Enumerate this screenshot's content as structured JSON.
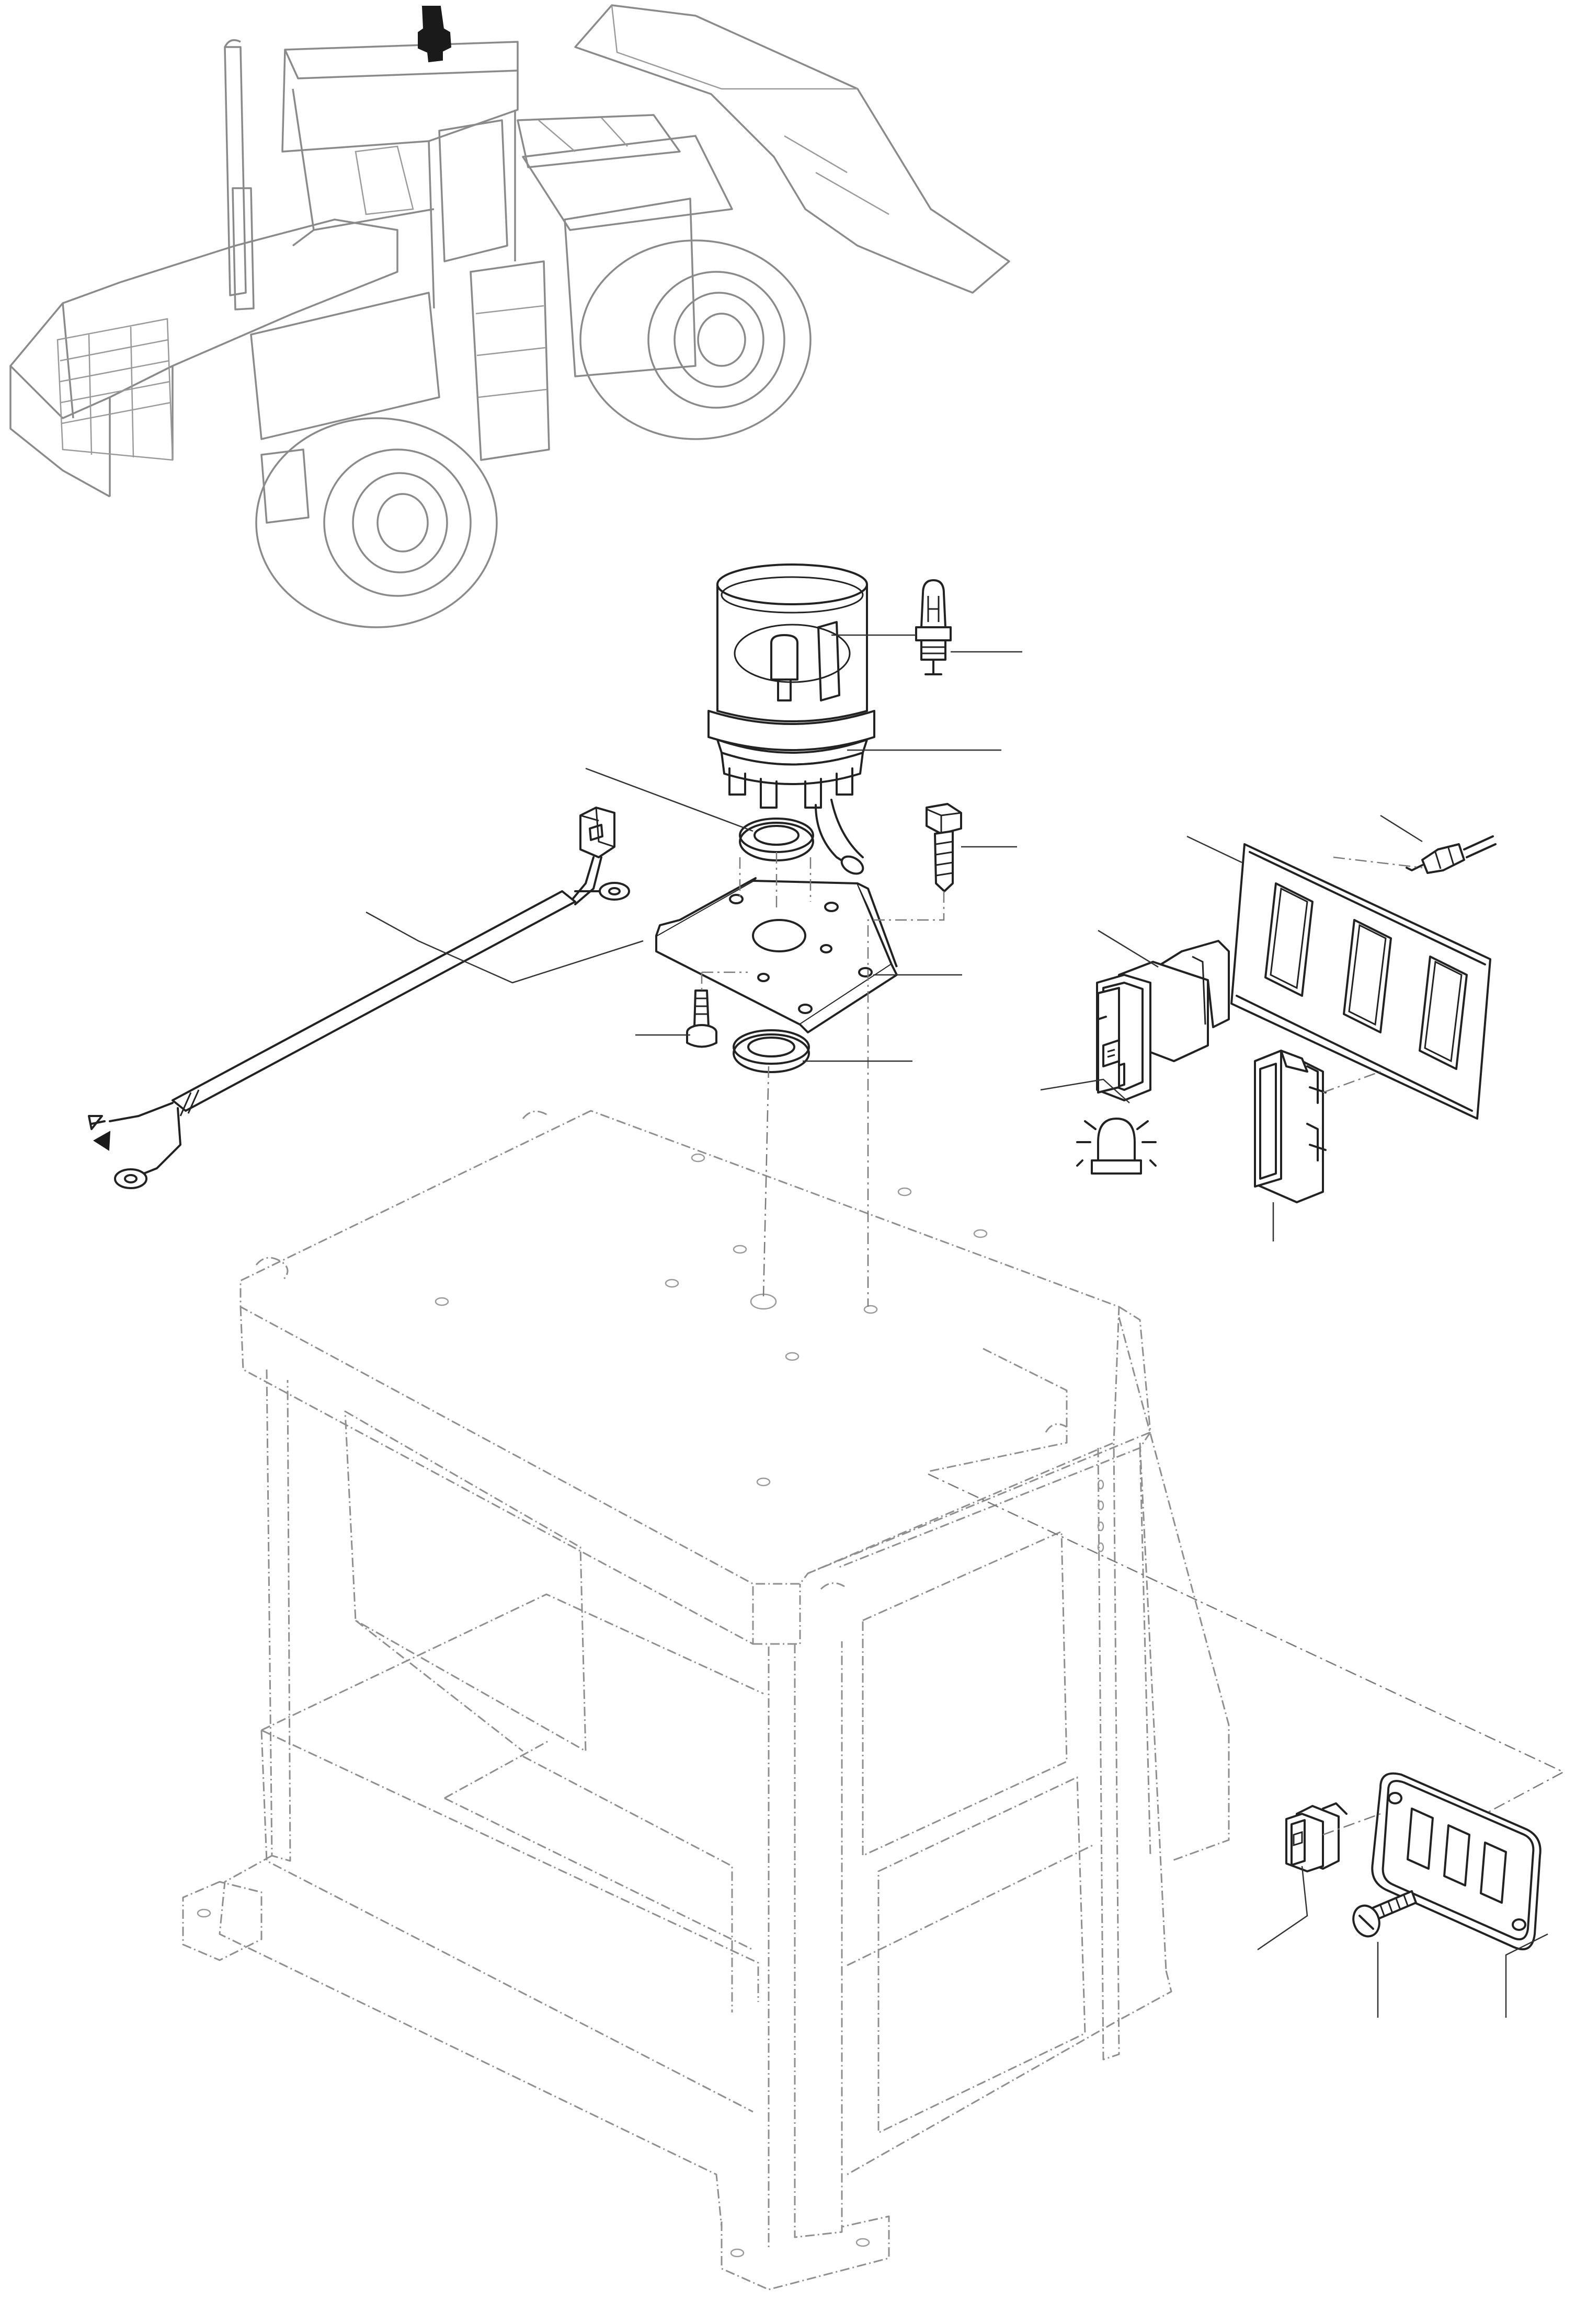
{
  "diagram": {
    "components": [
      "wheel-loader",
      "rotating-beacon",
      "bulb",
      "mounting-bracket",
      "rubber-grommet",
      "hex-bolt",
      "wiring-harness",
      "rocker-switch",
      "switch-panel",
      "blank-plug",
      "connector-pin",
      "operator-cab",
      "switch-plate",
      "small-rocker-switch",
      "slotted-screw"
    ],
    "colors": {
      "line": "#222222",
      "ghost": "#8a8a8a",
      "background": "#ffffff"
    },
    "icons": [
      "beacon-symbol-icon",
      "ground-arrow-icon"
    ]
  }
}
